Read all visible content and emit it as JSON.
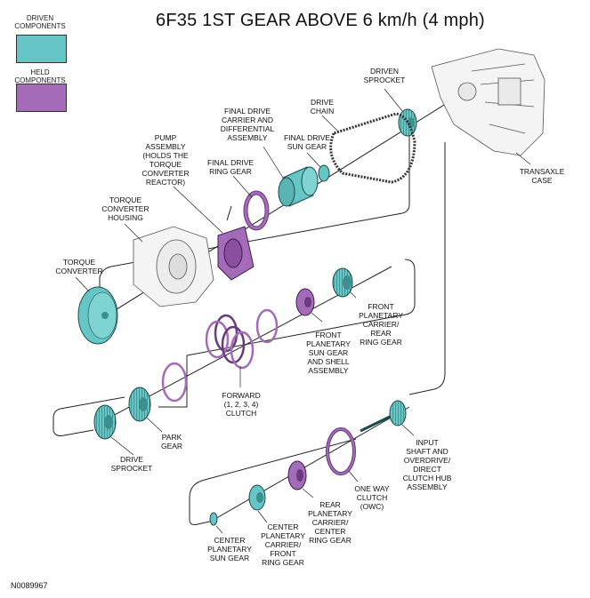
{
  "title": "6F35 1ST GEAR ABOVE 6 km/h (4 mph)",
  "legend": {
    "driven": {
      "label": "DRIVEN\nCOMPONENTS",
      "color": "#66c6c6"
    },
    "held": {
      "label": "HELD\nCOMPONENTS",
      "color": "#a36bb8"
    }
  },
  "labels": {
    "driven_sprocket": "DRIVEN\nSPROCKET",
    "drive_chain": "DRIVE\nCHAIN",
    "final_drive_carrier": "FINAL DRIVE\nCARRIER AND\nDIFFERENTIAL\nASSEMBLY",
    "final_drive_sun": "FINAL DRIVE\nSUN GEAR",
    "pump_assembly": "PUMP\nASSEMBLY\n(HOLDS THE\nTORQUE\nCONVERTER\nREACTOR)",
    "final_drive_ring": "FINAL DRIVE\nRING GEAR",
    "transaxle_case": "TRANSAXLE\nCASE",
    "tc_housing": "TORQUE\nCONVERTER\nHOUSING",
    "torque_converter": "TORQUE\nCONVERTER",
    "front_planetary_carrier": "FRONT\nPLANETARY\nCARRIER/\nREAR\nRING GEAR",
    "front_planetary_sun": "FRONT\nPLANETARY\nSUN GEAR\nAND SHELL\nASSEMBLY",
    "forward_clutch": "FORWARD\n(1, 2, 3, 4)\nCLUTCH",
    "park_gear": "PARK\nGEAR",
    "drive_sprocket": "DRIVE\nSPROCKET",
    "input_shaft": "INPUT\nSHAFT AND\nOVERDRIVE/\nDIRECT\nCLUTCH HUB\nASSEMBLY",
    "one_way_clutch": "ONE WAY\nCLUTCH\n(OWC)",
    "rear_planetary_carrier": "REAR\nPLANETARY\nCARRIER/\nCENTER\nRING GEAR",
    "center_planetary_carrier": "CENTER\nPLANETARY\nCARRIER/\nFRONT\nRING GEAR",
    "center_planetary_sun": "CENTER\nPLANETARY\nSUN GEAR"
  },
  "reference": "N0089967"
}
